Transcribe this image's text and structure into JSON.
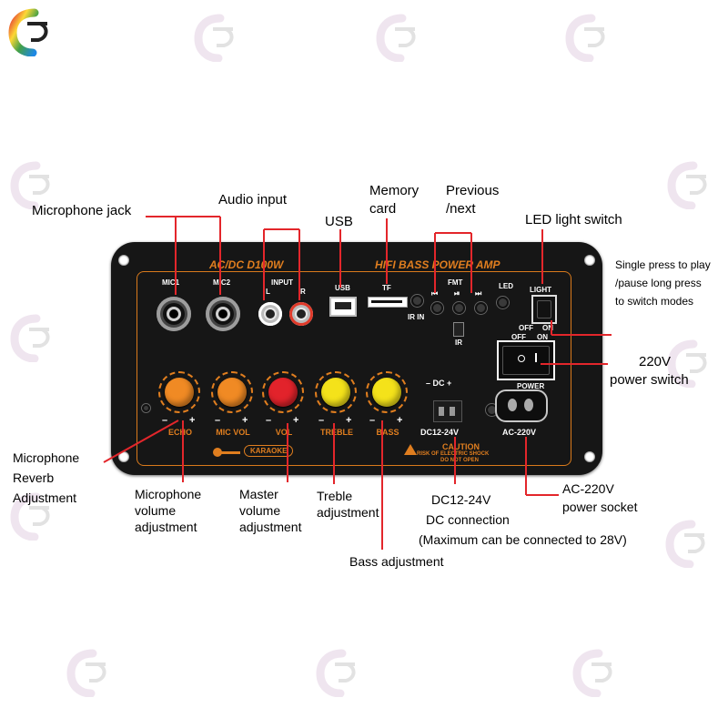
{
  "panel": {
    "title_left": "AC/DC D100W",
    "title_right": "HIFI  BASS  POWER  AMP",
    "mic1": "MIC1",
    "mic2": "MIC2",
    "input": "INPUT",
    "input_l": "L",
    "input_r": "R",
    "usb": "USB",
    "tf": "TF",
    "ir_in": "IR IN",
    "fmt": "FMT",
    "ir": "IR",
    "led": "LED",
    "light": "LIGHT",
    "light_off": "OFF",
    "light_on": "ON",
    "power_off": "OFF",
    "power_on": "ON",
    "power": "POWER",
    "dc_sign": "– DC +",
    "dc_rating": "DC12-24V",
    "ac_rating": "AC-220V",
    "caution": "CAUTION",
    "caution_sub1": "RISK OF ELECTRIC SHOCK",
    "caution_sub2": "DO NOT OPEN",
    "karaoke": "KARAOKE",
    "knob_minus": "–",
    "knob_plus": "+",
    "knobs": [
      {
        "label": "ECHO",
        "color": "#f08a24"
      },
      {
        "label": "MIC VOL",
        "color": "#f08a24"
      },
      {
        "label": "VOL",
        "color": "#e2232b"
      },
      {
        "label": "TREBLE",
        "color": "#f4e21a"
      },
      {
        "label": "BASS",
        "color": "#f4e21a"
      }
    ]
  },
  "callouts": {
    "microphone_jack": "Microphone jack",
    "audio_input": "Audio input",
    "usb": "USB",
    "memory_card_1": "Memory",
    "memory_card_2": "card",
    "previous_next_1": "Previous",
    "previous_next_2": "/next",
    "led_light_switch": "LED light switch",
    "led_note_1": "Single press to play",
    "led_note_2": "/pause long press",
    "led_note_3": "to switch modes",
    "power_switch_1": "220V",
    "power_switch_2": "power switch",
    "reverb_1": "Microphone",
    "reverb_2": "Reverb",
    "reverb_3": "Adjustment",
    "mic_vol_1": "Microphone",
    "mic_vol_2": "volume",
    "mic_vol_3": "adjustment",
    "master_1": "Master",
    "master_2": "volume",
    "master_3": "adjustment",
    "treble_1": "Treble",
    "treble_2": "adjustment",
    "bass": "Bass adjustment",
    "dc_1": "DC12-24V",
    "dc_2": "DC connection",
    "dc_3": "(Maximum can be connected to 28V)",
    "ac_1": "AC-220V",
    "ac_2": "power socket"
  },
  "colors": {
    "callout_line": "#e3262b",
    "panel_accent": "#e07e1f",
    "panel_bg": "#161616"
  },
  "watermark_icon": "bengali-letter-logo-icon"
}
